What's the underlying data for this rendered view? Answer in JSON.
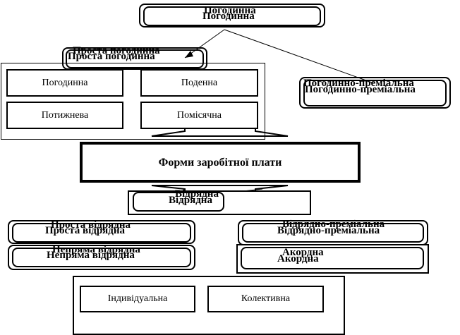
{
  "nodes": {
    "hourly": "Погодинна",
    "simple_hourly": "Проста погодинна",
    "hourly_bonus": "Погодинно-преміальна",
    "hourly_sub": "Погодинна",
    "daily": "Поденна",
    "weekly": "Потижнева",
    "monthly": "Помісячна",
    "wage_forms": "Форми заробітної плати",
    "piece": "Відрядна",
    "simple_piece": "Проста відрядна",
    "piece_bonus": "Відрядно-преміальна",
    "indirect_piece": "Непряма відрядна",
    "lump_sum": "Акордна",
    "individual": "Індивідуальна",
    "collective": "Колективна"
  }
}
